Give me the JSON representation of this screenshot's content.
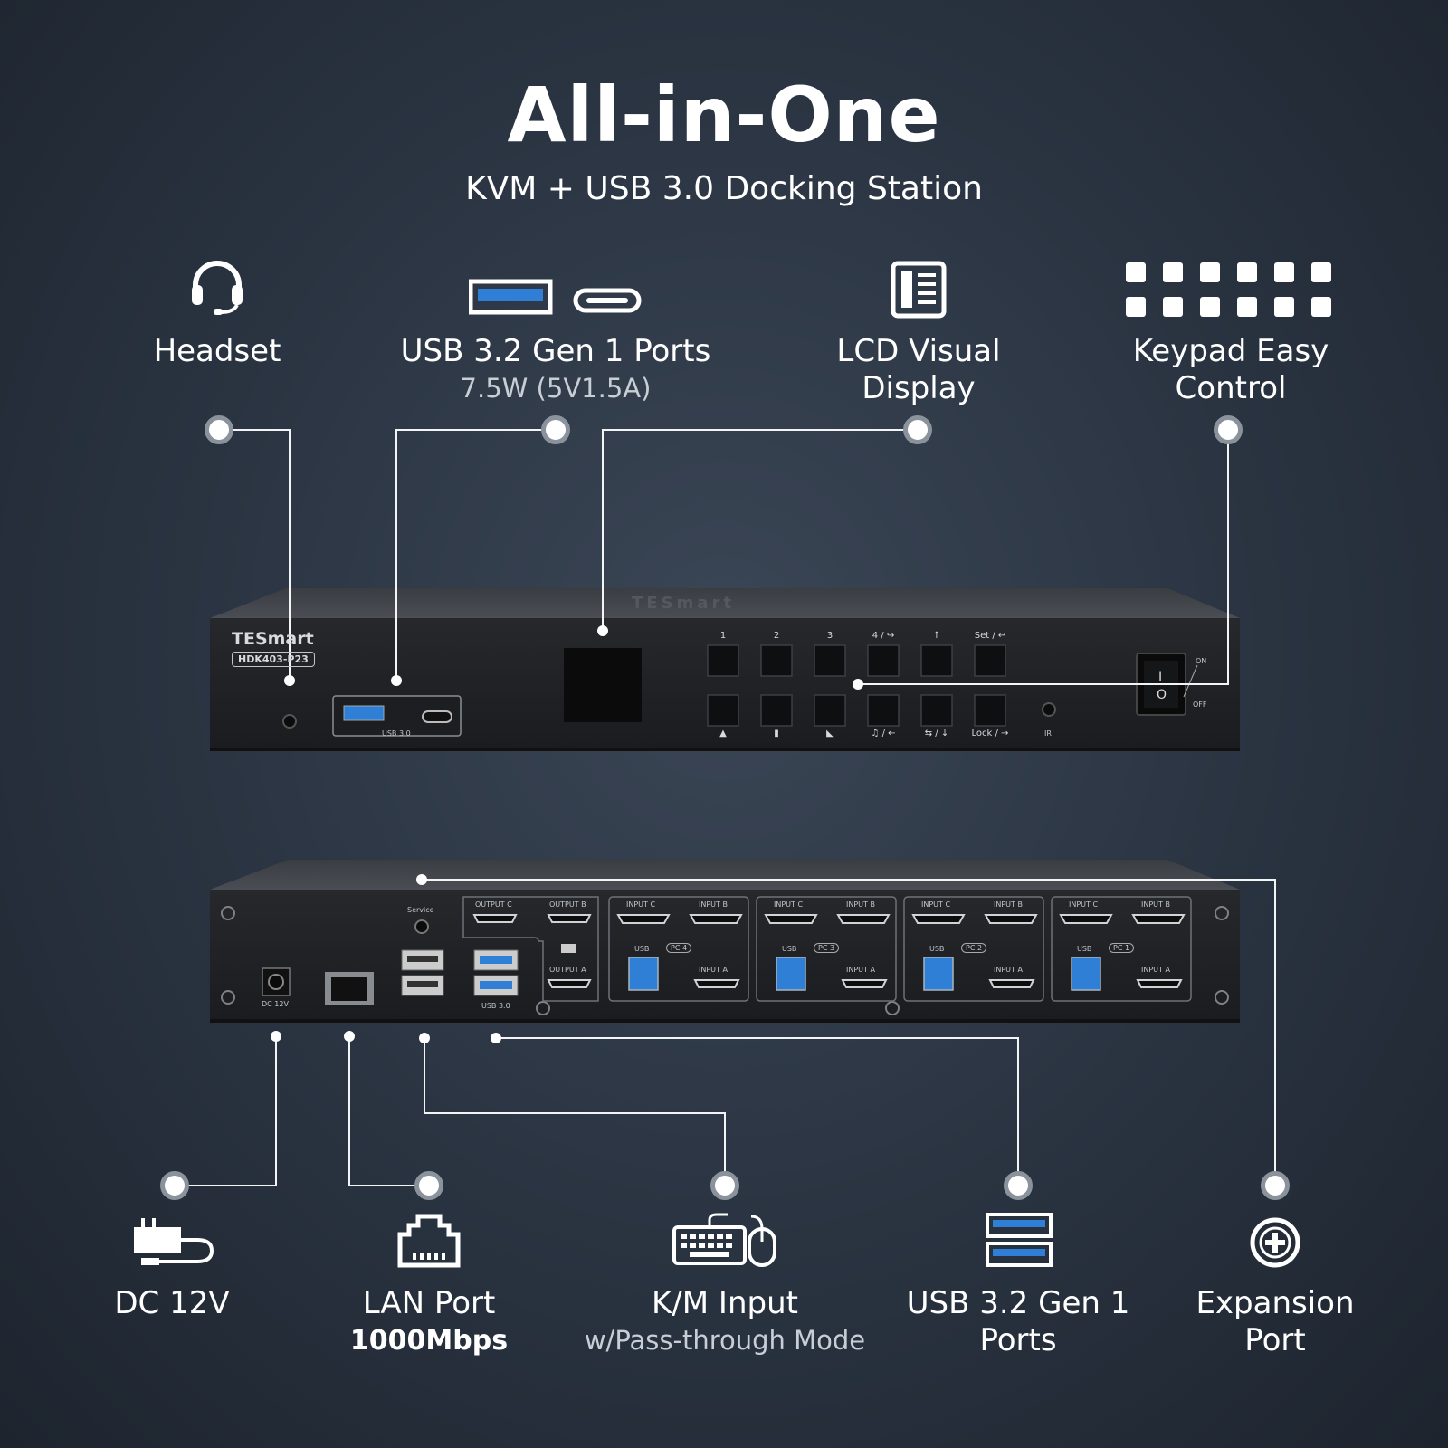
{
  "header": {
    "title": "All-in-One",
    "subtitle": "KVM + USB 3.0 Docking Station"
  },
  "top_features": [
    {
      "label": "Headset",
      "icon": "headset-icon"
    },
    {
      "label": "USB 3.2 Gen 1 Ports",
      "sub": "7.5W (5V1.5A)",
      "icon": "usb-ports-icon"
    },
    {
      "label_line1": "LCD Visual",
      "label_line2": "Display",
      "icon": "lcd-display-icon"
    },
    {
      "label_line1": "Keypad Easy",
      "label_line2": "Control",
      "icon": "keypad-icon"
    }
  ],
  "bottom_features": [
    {
      "label": "DC 12V",
      "icon": "power-adapter-icon"
    },
    {
      "label": "LAN Port",
      "sub": "1000Mbps",
      "icon": "lan-port-icon"
    },
    {
      "label": "K/M Input",
      "sub": "w/Pass-through Mode",
      "icon": "keyboard-mouse-icon"
    },
    {
      "label_line1": "USB 3.2 Gen 1",
      "label_line2": "Ports",
      "icon": "usb-stack-icon"
    },
    {
      "label_line1": "Expansion",
      "label_line2": "Port",
      "icon": "expansion-plus-icon"
    }
  ],
  "front_panel": {
    "brand": "TESmart",
    "model": "HDK403-P23",
    "usb_label": "USB 3.0",
    "top_key_labels": [
      "1",
      "2",
      "3",
      "4 / ↪",
      "↑",
      "Set / ↩"
    ],
    "bottom_key_labels": [
      "▲",
      "▮",
      "◣",
      "♫ / ←",
      "⇆ / ↓",
      "Lock / →"
    ],
    "ir_label": "IR",
    "switch_on": "ON",
    "switch_off": "OFF",
    "switch_i": "I",
    "switch_o": "O",
    "top_brand": "TESmart"
  },
  "rear_panel": {
    "dc_label": "DC 12V",
    "service_label": "Service",
    "usb_label": "USB 3.0",
    "outputs": {
      "c": "OUTPUT C",
      "b": "OUTPUT B",
      "a": "OUTPUT A"
    },
    "pc_groups": [
      {
        "pc": "PC 4",
        "in_c": "INPUT C",
        "in_b": "INPUT B",
        "in_a": "INPUT A",
        "usb": "USB"
      },
      {
        "pc": "PC 3",
        "in_c": "INPUT C",
        "in_b": "INPUT B",
        "in_a": "INPUT A",
        "usb": "USB"
      },
      {
        "pc": "PC 2",
        "in_c": "INPUT C",
        "in_b": "INPUT B",
        "in_a": "INPUT A",
        "usb": "USB"
      },
      {
        "pc": "PC 1",
        "in_c": "INPUT C",
        "in_b": "INPUT B",
        "in_a": "INPUT A",
        "usb": "USB"
      }
    ]
  },
  "colors": {
    "usb_blue": "#2f7fd6",
    "accent_gray": "#8a929c"
  }
}
